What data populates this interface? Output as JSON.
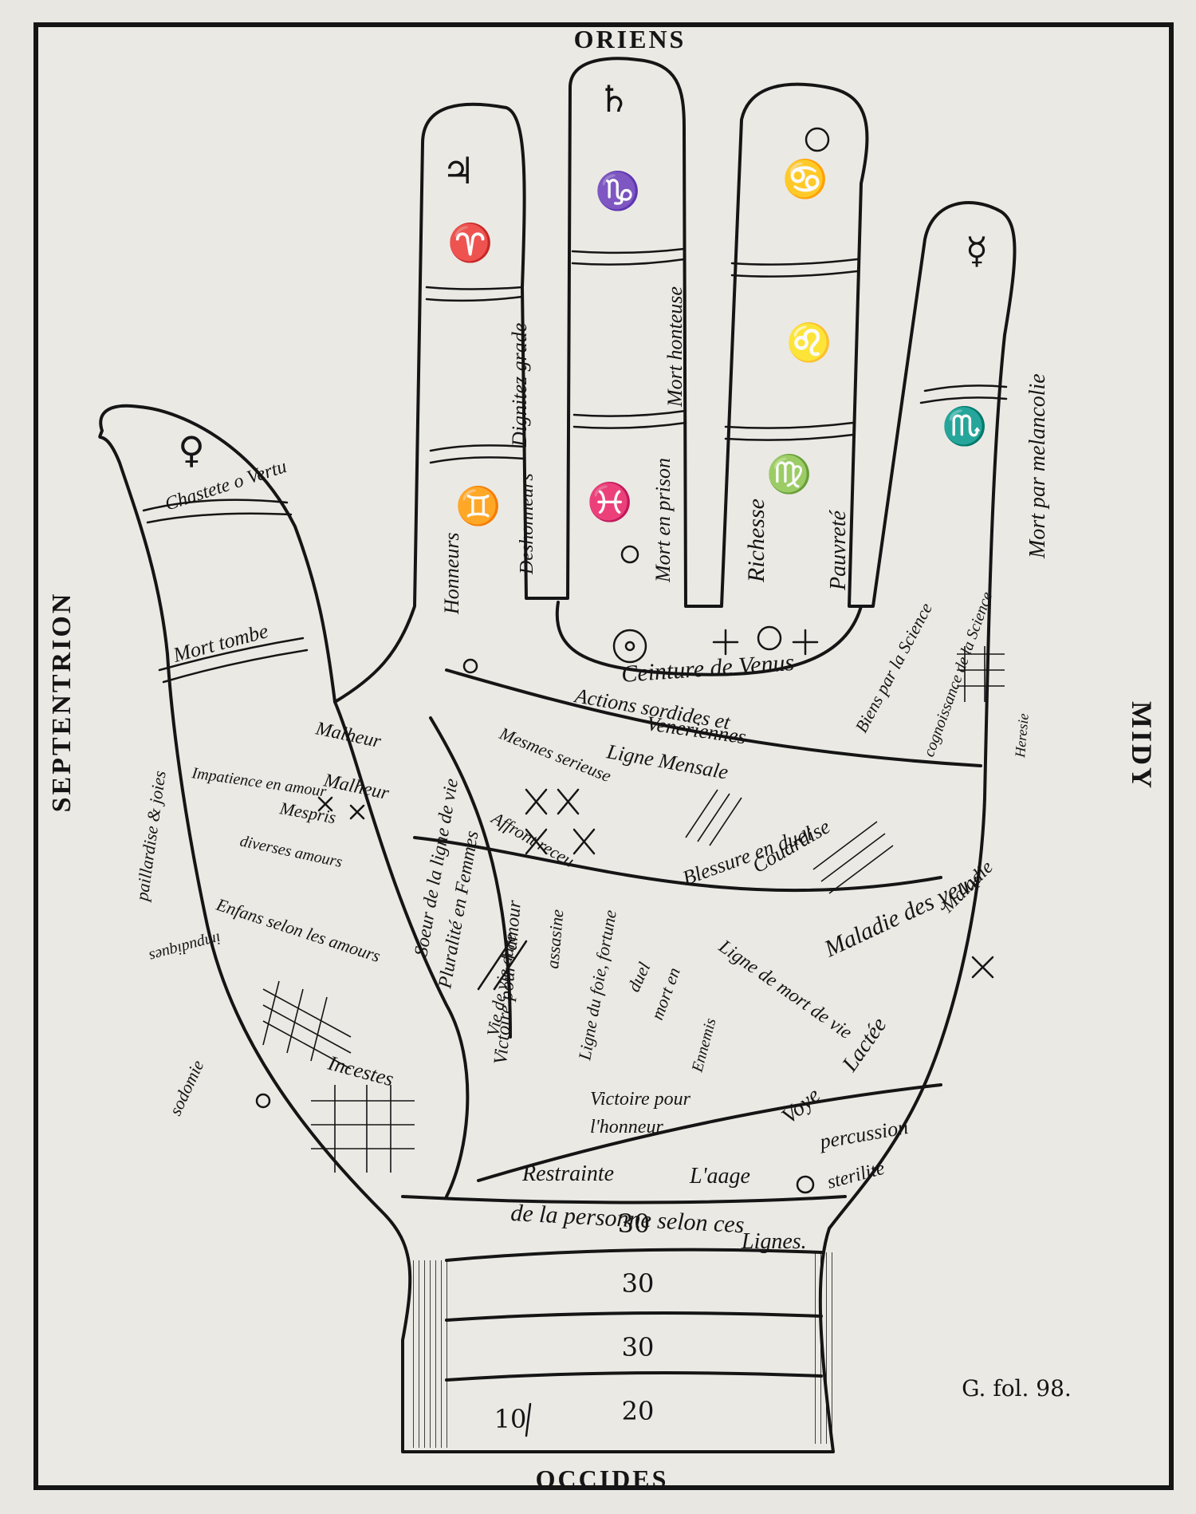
{
  "directions": {
    "top": "ORIENS",
    "bottom": "OCCIDES",
    "left": "SEPTENTRION",
    "right": "MIDY"
  },
  "folio": "G. fol. 98.",
  "finger_labels": {
    "index_lower": "Honneurs",
    "index_middle": "Deshonneurs",
    "index_upper": "Dignitez grade",
    "middle_lower": "Mort en prison",
    "middle_upper": "Mort honteuse",
    "ring_lower": "Richesse",
    "ring_upper": "Pauvreté",
    "little": "Mort par melancolie",
    "thumb_top": "Chastete o Vertu",
    "thumb_mid": "Mort tombe"
  },
  "palm_labels": {
    "girdle": "Ceinture de Venus",
    "actions": "Actions sordides et",
    "venerian": "Veneriennes",
    "mensal": "Ligne Mensale",
    "mesmes": "Mesmes serieuse",
    "sister": "Soeur de la ligne de vie",
    "pluralite": "Pluralité en Femmes",
    "affront": "Affront receu",
    "vie_dure": "Vie de vie dure",
    "victoire_amour": "Victoire pour l'amour",
    "assasine": "assasine",
    "ligne_fortune": "Ligne du foie, fortune",
    "duel": "duel",
    "mort_en": "mort en",
    "ennemis": "Ennemis",
    "blessure": "Blessure en duel",
    "couardise": "Couardise",
    "mort_vie": "Ligne de mort de vie",
    "maladie_yeux": "Maladie des yeux",
    "maladie": "Maladie",
    "biens": "Biens par la Science",
    "cognoissance": "cognoissance de la Science",
    "heresie": "Heresie",
    "malheur": "Malheur",
    "malheur2": "Malheur",
    "impatience": "Impatience en amour",
    "mespris": "Mespris",
    "diverses": "diverses amours",
    "paillardise": "paillardise & joies",
    "enfans": "Enfans selon les amours",
    "impudiques": "impudiques",
    "sodomie": "sodomie",
    "incestes": "Incestes",
    "victoire_honneur_1": "Victoire pour",
    "victoire_honneur_2": "l'honneur",
    "voye": "Voye",
    "lactee": "Lactée",
    "percussion": "percussion",
    "sterilite": "sterilité",
    "restrainte": "Restrainte",
    "aage": "L'aage",
    "personne": "de la personne selon ces",
    "lignes": "Lignes."
  },
  "wrist_values": [
    "30",
    "30",
    "30",
    "10",
    "20"
  ]
}
